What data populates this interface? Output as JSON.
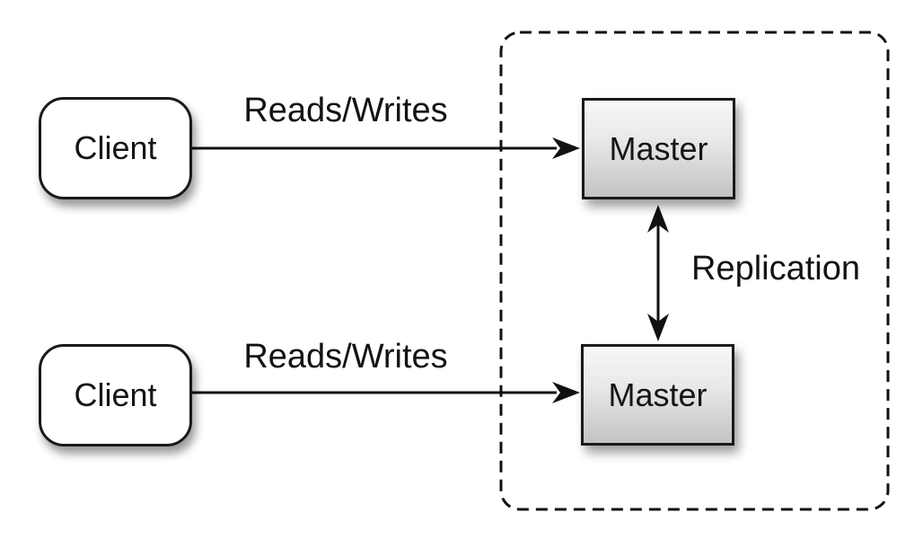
{
  "diagram": {
    "nodes": {
      "client1": {
        "label": "Client",
        "shape": "rounded-rectangle"
      },
      "client2": {
        "label": "Client",
        "shape": "rounded-rectangle"
      },
      "master1": {
        "label": "Master",
        "shape": "rectangle"
      },
      "master2": {
        "label": "Master",
        "shape": "rectangle"
      }
    },
    "edges": [
      {
        "from": "client1",
        "to": "master1",
        "label": "Reads/Writes",
        "direction": "one-way"
      },
      {
        "from": "client2",
        "to": "master2",
        "label": "Reads/Writes",
        "direction": "one-way"
      },
      {
        "from": "master1",
        "to": "master2",
        "label": "Replication",
        "direction": "two-way"
      }
    ],
    "boundary": {
      "style": "dashed",
      "contains": [
        "master1",
        "master2"
      ]
    },
    "colors": {
      "stroke": "#111111",
      "text": "#131313",
      "client_fill": "#ffffff",
      "master_gradient_top": "#f7f7f7",
      "master_gradient_bottom": "#c3c3c3",
      "background": "#ffffff"
    }
  }
}
